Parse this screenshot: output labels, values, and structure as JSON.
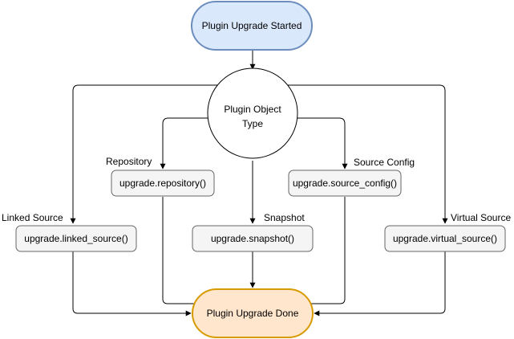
{
  "diagram": {
    "start": {
      "label": "Plugin Upgrade Started"
    },
    "decision": {
      "label_line1": "Plugin Object",
      "label_line2": "Type"
    },
    "end": {
      "label": "Plugin Upgrade Done"
    },
    "branches": {
      "repository": {
        "edge_label": "Repository",
        "function": "upgrade.repository()"
      },
      "source_config": {
        "edge_label": "Source Config",
        "function": "upgrade.source_config()"
      },
      "linked_source": {
        "edge_label": "Linked Source",
        "function": "upgrade.linked_source()"
      },
      "snapshot": {
        "edge_label": "Snapshot",
        "function": "upgrade.snapshot()"
      },
      "virtual_source": {
        "edge_label": "Virtual Source",
        "function": "upgrade.virtual_source()"
      }
    },
    "colors": {
      "start_fill": "#dae8fc",
      "start_stroke": "#6c8ebf",
      "end_fill": "#ffe6cc",
      "end_stroke": "#d79b00",
      "process_fill": "#f5f5f5",
      "process_stroke": "#666666",
      "decision_fill": "#ffffff",
      "decision_stroke": "#000000"
    }
  }
}
